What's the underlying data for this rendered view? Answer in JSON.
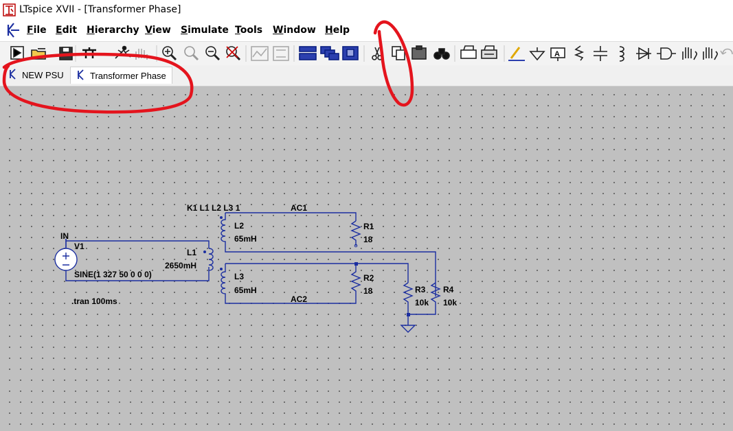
{
  "window": {
    "title": "LTspice XVII - [Transformer Phase]"
  },
  "menu": [
    "File",
    "Edit",
    "Hierarchy",
    "View",
    "Simulate",
    "Tools",
    "Window",
    "Help"
  ],
  "toolbar": {
    "icons": [
      "run-icon",
      "open-folder-icon",
      "save-icon",
      "control-panel-icon",
      "run-man-icon",
      "halt-icon",
      "zoom-in-icon",
      "pan-icon",
      "zoom-out-icon",
      "zoom-cancel-icon",
      "waveform-icon",
      "autorange-icon",
      "tile-horizontal-icon",
      "cascade-icon",
      "tile-vertical-icon",
      "cut-icon",
      "copy-icon",
      "paste-icon",
      "find-icon",
      "print-icon",
      "print-setup-icon",
      "draw-wire-icon",
      "ground-icon",
      "label-net-icon",
      "resistor-icon",
      "capacitor-icon",
      "inductor-icon",
      "diode-icon",
      "component-icon",
      "move-icon",
      "drag-icon",
      "undo-icon"
    ]
  },
  "tabs": [
    {
      "label": "NEW PSU",
      "active": false
    },
    {
      "label": "Transformer Phase",
      "active": true
    }
  ],
  "schematic": {
    "net_in": "IN",
    "v1_name": "V1",
    "v1_value": "SINE(1 327 50 0 0 0)",
    "directive_tran": ".tran 100ms",
    "directive_k": "K1 L1 L2 L3 1",
    "l1_name": "L1",
    "l1_value": "2650mH",
    "l2_name": "L2",
    "l2_value": "65mH",
    "l3_name": "L3",
    "l3_value": "65mH",
    "ac1": "AC1",
    "ac2": "AC2",
    "r1_name": "R1",
    "r1_value": "18",
    "r2_name": "R2",
    "r2_value": "18",
    "r3_name": "R3",
    "r3_value": "10k",
    "r4_name": "R4",
    "r4_value": "10k"
  },
  "colors": {
    "wire": "#1b2ea0",
    "annotation": "#e4141d",
    "grid_bg": "#c0c0c0"
  }
}
